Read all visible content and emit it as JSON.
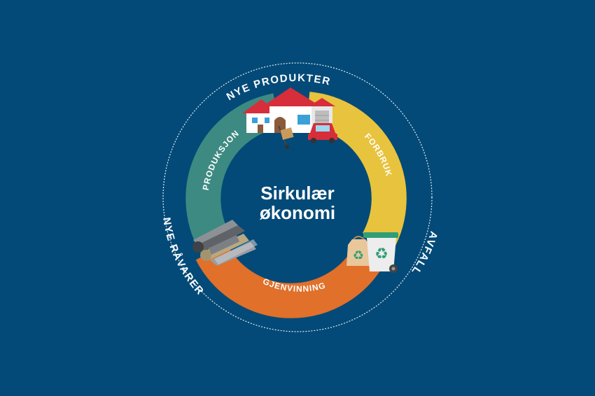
{
  "diagram": {
    "center": {
      "line1": "Sirkulær",
      "line2": "økonomi"
    },
    "segments": [
      {
        "label": "PRODUKSJON",
        "color": "#3D8A82"
      },
      {
        "label": "FORBRUK",
        "color": "#E8C33D"
      },
      {
        "label": "GJENVINNING",
        "color": "#E0702A"
      }
    ],
    "outer_labels": {
      "top": "NYE PRODUKTER",
      "right": "AVFALL",
      "left": "NYE RÅVARER"
    },
    "icons": [
      "house-icon",
      "car-icon",
      "hand-truck-icon",
      "recycling-bin-icon",
      "recycling-bag-icon",
      "steel-beams-icon"
    ]
  },
  "colors": {
    "background": "#034A78",
    "text": "#FFFFFF",
    "outer_ring": "#FFFFFF"
  }
}
